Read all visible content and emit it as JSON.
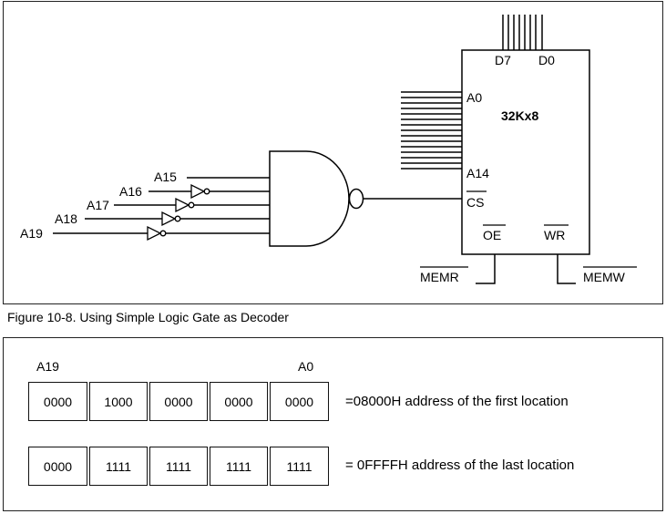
{
  "figure": {
    "caption": "Figure 10-8. Using Simple Logic Gate as Decoder",
    "chip": {
      "name": "32Kx8",
      "data_msb": "D7",
      "data_lsb": "D0",
      "addr_first": "A0",
      "addr_last": "A14",
      "cs": "CS",
      "oe": "OE",
      "wr": "WR"
    },
    "gate_inputs": [
      "A15",
      "A16",
      "A17",
      "A18",
      "A19"
    ],
    "memr": "MEMR",
    "memw": "MEMW"
  },
  "address_table": {
    "msb_label": "A19",
    "lsb_label": "A0",
    "rows": [
      {
        "cells": [
          "0000",
          "1000",
          "0000",
          "0000",
          "0000"
        ],
        "note": "=08000H address of the first location"
      },
      {
        "cells": [
          "0000",
          "1111",
          "1111",
          "1111",
          "1111"
        ],
        "note": "= 0FFFFH address of the last location"
      }
    ]
  }
}
